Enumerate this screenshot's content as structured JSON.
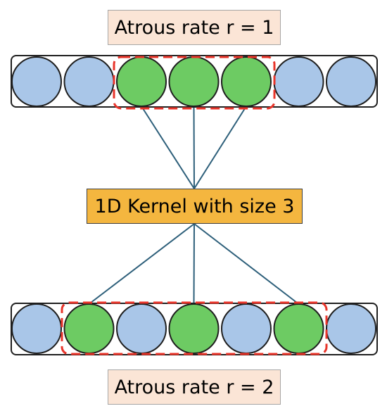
{
  "labels": {
    "top_rate": "Atrous rate r = 1",
    "kernel": "1D Kernel with size 3",
    "bottom_rate": "Atrous rate r = 2"
  },
  "rows": {
    "top": {
      "cells": [
        "blue",
        "blue",
        "green",
        "green",
        "green",
        "blue",
        "blue"
      ]
    },
    "bottom": {
      "cells": [
        "blue",
        "green",
        "blue",
        "green",
        "blue",
        "green",
        "blue"
      ]
    }
  },
  "colors": {
    "cell_blue": "#a9c6e8",
    "cell_green": "#6dcb63",
    "outline": "#1f1f1f",
    "highlight_dash": "#e8342a",
    "connector": "#2d5f7a",
    "rate_label_bg": "#fbe5d6",
    "kernel_label_bg": "#f4b63f"
  }
}
